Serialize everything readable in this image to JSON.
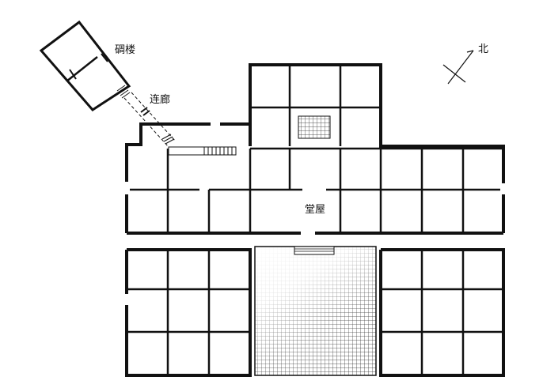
{
  "labels": {
    "diaolou": "碉楼",
    "corridor": "连廊",
    "main_house": "堂屋",
    "north": "北"
  },
  "colors": {
    "wall": "#111111",
    "background": "#ffffff",
    "hatch": "#222222"
  },
  "icons": {
    "north": "north-arrow-icon"
  }
}
